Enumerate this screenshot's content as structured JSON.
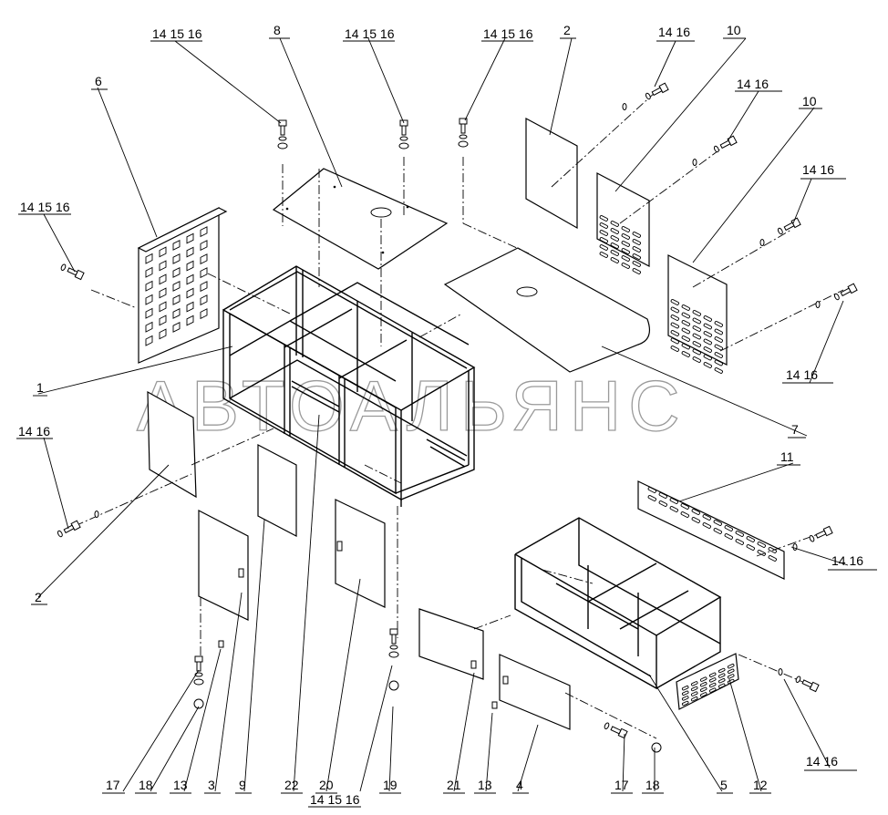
{
  "watermark": "АВТОАЛЬЯНС",
  "callouts": [
    {
      "id": "c-14-15-16-a",
      "text": "14 15 16"
    },
    {
      "id": "c-8",
      "text": "8"
    },
    {
      "id": "c-14-15-16-b",
      "text": "14 15 16"
    },
    {
      "id": "c-14-15-16-c",
      "text": "14 15 16"
    },
    {
      "id": "c-2-top",
      "text": "2"
    },
    {
      "id": "c-14-16-a",
      "text": "14 16"
    },
    {
      "id": "c-10-a",
      "text": "10"
    },
    {
      "id": "c-14-16-b",
      "text": "14  16"
    },
    {
      "id": "c-10-b",
      "text": "10"
    },
    {
      "id": "c-6",
      "text": "6"
    },
    {
      "id": "c-14-16-c",
      "text": "14  16"
    },
    {
      "id": "c-14-15-16-d",
      "text": "14 15 16"
    },
    {
      "id": "c-1",
      "text": "1"
    },
    {
      "id": "c-14-16-d",
      "text": "14   16"
    },
    {
      "id": "c-7",
      "text": "7"
    },
    {
      "id": "c-14-16-e",
      "text": "14 16"
    },
    {
      "id": "c-11",
      "text": "11"
    },
    {
      "id": "c-2-left",
      "text": "2"
    },
    {
      "id": "c-14-16-f",
      "text": "14   16"
    },
    {
      "id": "c-14-16-g",
      "text": "14   16"
    },
    {
      "id": "c-17-a",
      "text": "17"
    },
    {
      "id": "c-18-a",
      "text": "18"
    },
    {
      "id": "c-13-a",
      "text": "13"
    },
    {
      "id": "c-3",
      "text": "3"
    },
    {
      "id": "c-9",
      "text": "9"
    },
    {
      "id": "c-22",
      "text": "22"
    },
    {
      "id": "c-20",
      "text": "20"
    },
    {
      "id": "c-14-15-16-e",
      "text": "14 15 16"
    },
    {
      "id": "c-19",
      "text": "19"
    },
    {
      "id": "c-21",
      "text": "21"
    },
    {
      "id": "c-13-b",
      "text": "13"
    },
    {
      "id": "c-4",
      "text": "4"
    },
    {
      "id": "c-17-b",
      "text": "17"
    },
    {
      "id": "c-18-b",
      "text": "18"
    },
    {
      "id": "c-5",
      "text": "5"
    },
    {
      "id": "c-12",
      "text": "12"
    }
  ]
}
